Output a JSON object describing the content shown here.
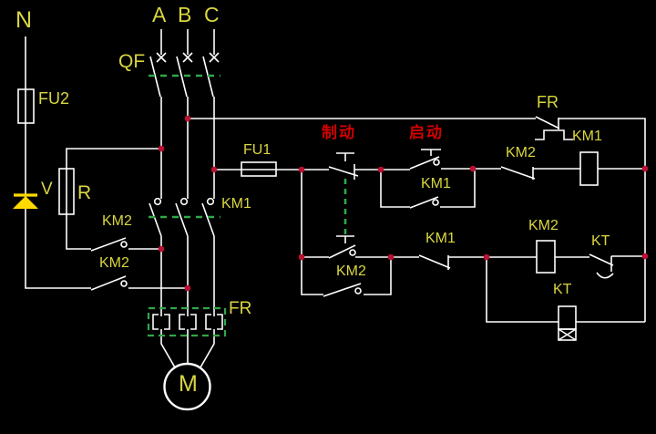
{
  "colors": {
    "background": "#000000",
    "wire": "#ffffff",
    "label": "#d9d640",
    "button_text": "#d40000",
    "junction": "#bb1133",
    "linkage": "#2fa848",
    "diode": "#ffd900"
  },
  "labels": {
    "neutral": "N",
    "phase_a": "A",
    "phase_b": "B",
    "phase_c": "C",
    "breaker": "QF",
    "fuse_main": "FU2",
    "fuse_control": "FU1",
    "diode": "V",
    "resistor": "R",
    "km2_resistor_contact": "KM2",
    "km2_braking_contact": "KM2",
    "km1_main": "KM1",
    "fr_heater": "FR",
    "motor": "M",
    "stop_button": "制动",
    "start_button": "启动",
    "km1_latch": "KM1",
    "km2_interlock": "KM2",
    "fr_contact": "FR",
    "km1_coil": "KM1",
    "km2_latch": "KM2",
    "km1_interlock": "KM1",
    "km2_coil": "KM2",
    "kt_contact": "KT",
    "kt_coil": "KT"
  },
  "components": [
    {
      "name": "neutral-line",
      "label": "N",
      "type": "wire"
    },
    {
      "name": "fuse-fu2",
      "label": "FU2",
      "type": "fuse"
    },
    {
      "name": "diode-v",
      "label": "V",
      "type": "diode"
    },
    {
      "name": "resistor-r",
      "label": "R",
      "type": "resistor"
    },
    {
      "name": "breaker-qf",
      "label": "QF",
      "type": "circuit-breaker-3pole"
    },
    {
      "name": "contactor-km1-main",
      "label": "KM1",
      "type": "contactor-main-contacts"
    },
    {
      "name": "contact-km2-resistor",
      "label": "KM2",
      "type": "no-contact"
    },
    {
      "name": "contact-km2-braking",
      "label": "KM2",
      "type": "no-contact"
    },
    {
      "name": "thermal-relay-fr",
      "label": "FR",
      "type": "thermal-overload-heaters"
    },
    {
      "name": "motor-m",
      "label": "M",
      "type": "motor"
    },
    {
      "name": "fuse-fu1",
      "label": "FU1",
      "type": "fuse"
    },
    {
      "name": "stop-button",
      "label": "制动",
      "type": "pushbutton-nc-linked"
    },
    {
      "name": "start-button",
      "label": "启动",
      "type": "pushbutton-no"
    },
    {
      "name": "contact-km1-latch",
      "label": "KM1",
      "type": "no-contact"
    },
    {
      "name": "contact-km2-interlock",
      "label": "KM2",
      "type": "nc-contact"
    },
    {
      "name": "contact-fr-nc",
      "label": "FR",
      "type": "nc-contact"
    },
    {
      "name": "coil-km1",
      "label": "KM1",
      "type": "coil"
    },
    {
      "name": "contact-km2-latch",
      "label": "KM2",
      "type": "no-contact"
    },
    {
      "name": "contact-km1-interlock",
      "label": "KM1",
      "type": "nc-contact"
    },
    {
      "name": "coil-km2",
      "label": "KM2",
      "type": "coil"
    },
    {
      "name": "contact-kt-delay",
      "label": "KT",
      "type": "nc-time-delay-contact"
    },
    {
      "name": "coil-kt",
      "label": "KT",
      "type": "time-relay-coil"
    }
  ]
}
